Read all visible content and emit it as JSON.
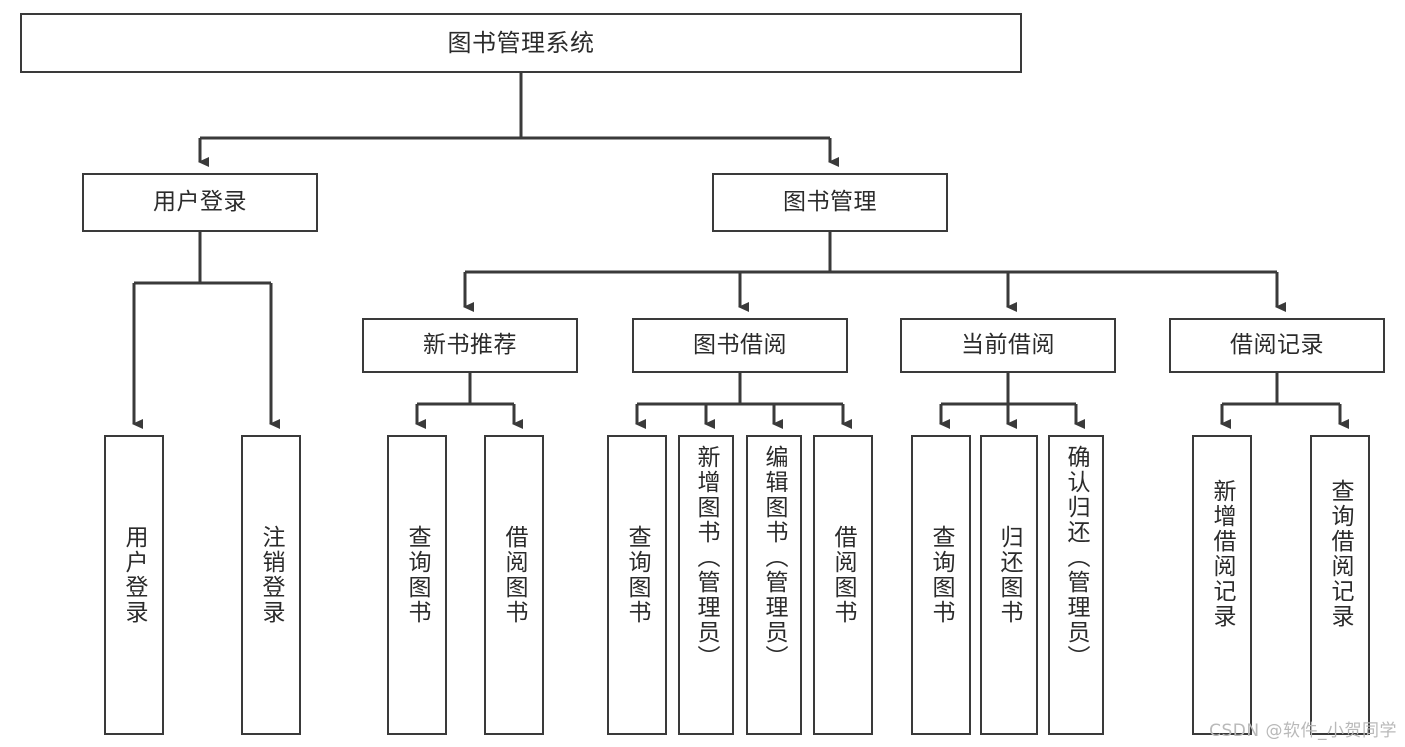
{
  "diagram": {
    "type": "tree-hierarchy",
    "title": "图书管理系统",
    "background_color": "#ffffff",
    "line_color": "#3a3a3a",
    "text_color": "#2b2b2b",
    "root": {
      "label": "图书管理系统"
    },
    "level2": [
      {
        "label": "用户登录"
      },
      {
        "label": "图书管理"
      }
    ],
    "level3": [
      {
        "label": "新书推荐"
      },
      {
        "label": "图书借阅"
      },
      {
        "label": "当前借阅"
      },
      {
        "label": "借阅记录"
      }
    ],
    "leaves": {
      "user_login": [
        {
          "label": "用户登录"
        },
        {
          "label": "注销登录"
        }
      ],
      "new_book_recommend": [
        {
          "label": "查询图书"
        },
        {
          "label": "借阅图书"
        }
      ],
      "book_borrow": [
        {
          "label": "查询图书"
        },
        {
          "label": "新增图书（管理员）"
        },
        {
          "label": "编辑图书（管理员）"
        },
        {
          "label": "借阅图书"
        }
      ],
      "current_borrow": [
        {
          "label": "查询图书"
        },
        {
          "label": "归还图书"
        },
        {
          "label": "确认归还（管理员）"
        }
      ],
      "borrow_record": [
        {
          "label": "新增借阅记录"
        },
        {
          "label": "查询借阅记录"
        }
      ]
    },
    "watermark": "CSDN @软件_小贺同学"
  }
}
